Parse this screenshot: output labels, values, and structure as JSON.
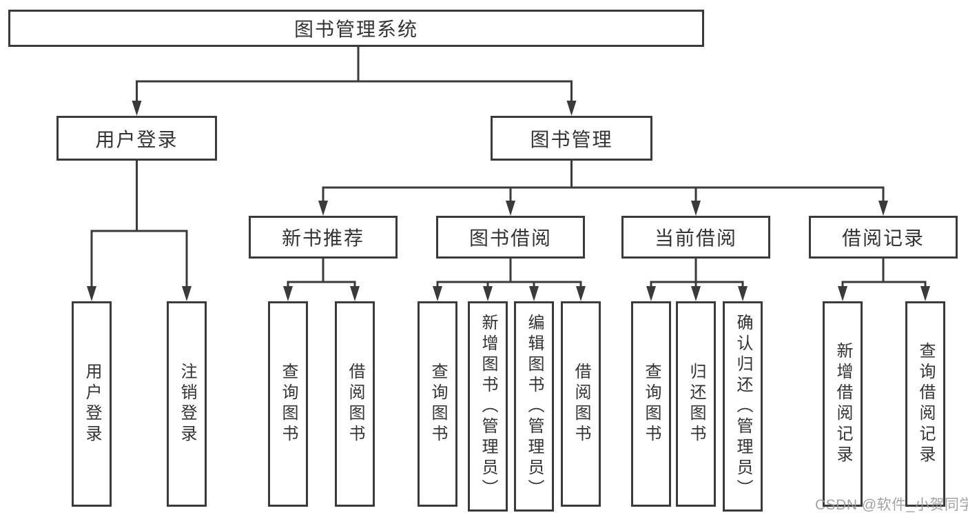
{
  "tree": {
    "label": "图书管理系统",
    "children": [
      {
        "label": "用户登录",
        "children": [
          {
            "label": "用户登录"
          },
          {
            "label": "注销登录"
          }
        ]
      },
      {
        "label": "图书管理",
        "children": [
          {
            "label": "新书推荐",
            "children": [
              {
                "label": "查询图书"
              },
              {
                "label": "借阅图书"
              }
            ]
          },
          {
            "label": "图书借阅",
            "children": [
              {
                "label": "查询图书"
              },
              {
                "label": "新增图书（管理员）"
              },
              {
                "label": "编辑图书（管理员）"
              },
              {
                "label": "借阅图书"
              }
            ]
          },
          {
            "label": "当前借阅",
            "children": [
              {
                "label": "查询图书"
              },
              {
                "label": "归还图书"
              },
              {
                "label": "确认归还（管理员）"
              }
            ]
          },
          {
            "label": "借阅记录",
            "children": [
              {
                "label": "新增借阅记录"
              },
              {
                "label": "查询借阅记录"
              }
            ]
          }
        ]
      }
    ]
  },
  "watermark": "CSDN @软件_小贺同学",
  "colors": {
    "line": "#3a3a3a",
    "text": "#333333",
    "watermark": "#999999",
    "background": "#ffffff"
  }
}
